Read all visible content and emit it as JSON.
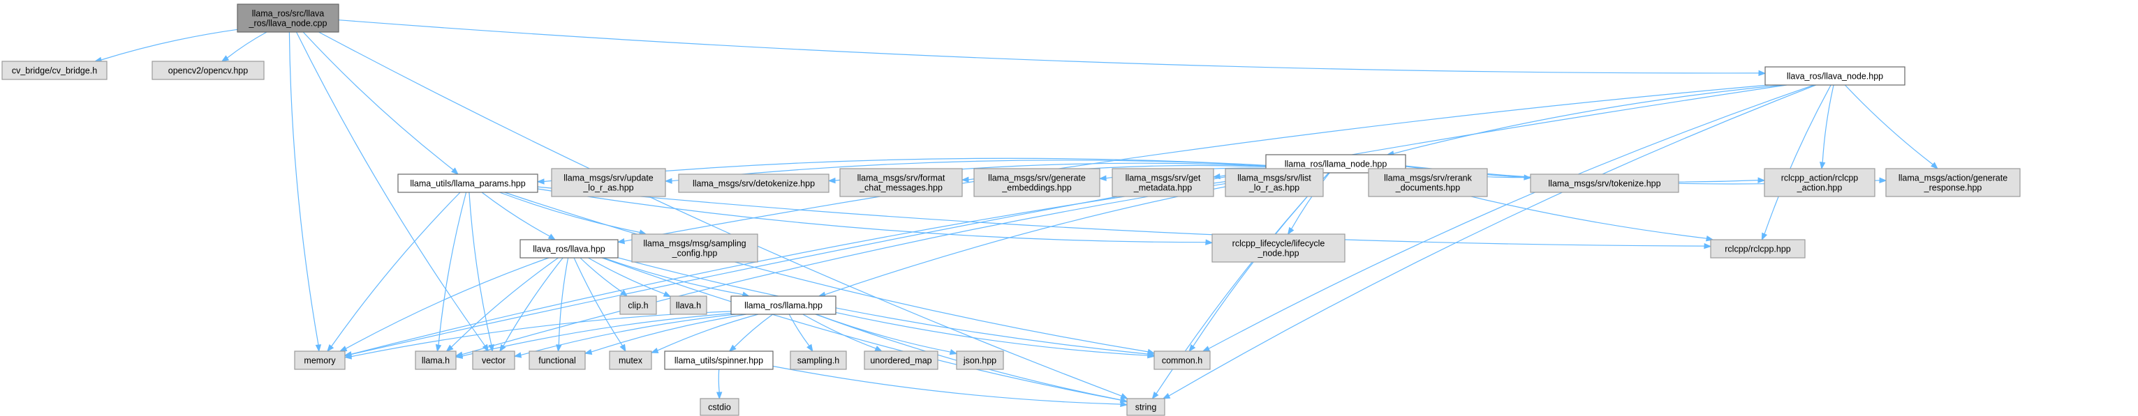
{
  "palette": {
    "edge": "#63b8ff",
    "root_fill": "#999999",
    "file_fill": "#ffffff",
    "file_border": "#666666",
    "external_fill": "#e0e0e0",
    "external_border": "#999999"
  },
  "nodes": [
    {
      "id": "root",
      "kind": "root",
      "lines": [
        "llama_ros/src/llava",
        "_ros/llava_node.cpp"
      ]
    },
    {
      "id": "cv_bridge",
      "kind": "external",
      "lines": [
        "cv_bridge/cv_bridge.h"
      ]
    },
    {
      "id": "opencv",
      "kind": "external",
      "lines": [
        "opencv2/opencv.hpp"
      ]
    },
    {
      "id": "llava_node_hpp",
      "kind": "file",
      "lines": [
        "llava_ros/llava_node.hpp"
      ]
    },
    {
      "id": "llama_node_hpp",
      "kind": "file",
      "lines": [
        "llama_ros/llama_node.hpp"
      ]
    },
    {
      "id": "llama_params",
      "kind": "file",
      "lines": [
        "llama_utils/llama_params.hpp"
      ]
    },
    {
      "id": "srv_update_lora",
      "kind": "external",
      "lines": [
        "llama_msgs/srv/update",
        "_lo_r_as.hpp"
      ]
    },
    {
      "id": "srv_detokenize",
      "kind": "external",
      "lines": [
        "llama_msgs/srv/detokenize.hpp"
      ]
    },
    {
      "id": "srv_format_chat",
      "kind": "external",
      "lines": [
        "llama_msgs/srv/format",
        "_chat_messages.hpp"
      ]
    },
    {
      "id": "srv_gen_embeddings",
      "kind": "external",
      "lines": [
        "llama_msgs/srv/generate",
        "_embeddings.hpp"
      ]
    },
    {
      "id": "srv_get_metadata",
      "kind": "external",
      "lines": [
        "llama_msgs/srv/get",
        "_metadata.hpp"
      ]
    },
    {
      "id": "srv_list_loras",
      "kind": "external",
      "lines": [
        "llama_msgs/srv/list",
        "_lo_r_as.hpp"
      ]
    },
    {
      "id": "srv_rerank",
      "kind": "external",
      "lines": [
        "llama_msgs/srv/rerank",
        "_documents.hpp"
      ]
    },
    {
      "id": "srv_tokenize",
      "kind": "external",
      "lines": [
        "llama_msgs/srv/tokenize.hpp"
      ]
    },
    {
      "id": "rclcpp_action",
      "kind": "external",
      "lines": [
        "rclcpp_action/rclcpp",
        "_action.hpp"
      ]
    },
    {
      "id": "action_gen_response",
      "kind": "external",
      "lines": [
        "llama_msgs/action/generate",
        "_response.hpp"
      ]
    },
    {
      "id": "llava_hpp",
      "kind": "file",
      "lines": [
        "llava_ros/llava.hpp"
      ]
    },
    {
      "id": "msg_sampling",
      "kind": "external",
      "lines": [
        "llama_msgs/msg/sampling",
        "_config.hpp"
      ]
    },
    {
      "id": "rclcpp_lifecycle",
      "kind": "external",
      "lines": [
        "rclcpp_lifecycle/lifecycle",
        "_node.hpp"
      ]
    },
    {
      "id": "rclcpp",
      "kind": "external",
      "lines": [
        "rclcpp/rclcpp.hpp"
      ]
    },
    {
      "id": "clip_h",
      "kind": "external",
      "lines": [
        "clip.h"
      ]
    },
    {
      "id": "llava_h",
      "kind": "external",
      "lines": [
        "llava.h"
      ]
    },
    {
      "id": "llama_hpp",
      "kind": "file",
      "lines": [
        "llama_ros/llama.hpp"
      ]
    },
    {
      "id": "memory",
      "kind": "external",
      "lines": [
        "memory"
      ]
    },
    {
      "id": "llama_h",
      "kind": "external",
      "lines": [
        "llama.h"
      ]
    },
    {
      "id": "vector",
      "kind": "external",
      "lines": [
        "vector"
      ]
    },
    {
      "id": "functional",
      "kind": "external",
      "lines": [
        "functional"
      ]
    },
    {
      "id": "mutex",
      "kind": "external",
      "lines": [
        "mutex"
      ]
    },
    {
      "id": "spinner",
      "kind": "file",
      "lines": [
        "llama_utils/spinner.hpp"
      ]
    },
    {
      "id": "sampling_h",
      "kind": "external",
      "lines": [
        "sampling.h"
      ]
    },
    {
      "id": "unordered_map",
      "kind": "external",
      "lines": [
        "unordered_map"
      ]
    },
    {
      "id": "json_hpp",
      "kind": "external",
      "lines": [
        "json.hpp"
      ]
    },
    {
      "id": "common_h",
      "kind": "external",
      "lines": [
        "common.h"
      ]
    },
    {
      "id": "cstdio",
      "kind": "external",
      "lines": [
        "cstdio"
      ]
    },
    {
      "id": "string",
      "kind": "external",
      "lines": [
        "string"
      ]
    }
  ],
  "edges": [
    [
      "root",
      "cv_bridge"
    ],
    [
      "root",
      "opencv"
    ],
    [
      "root",
      "llava_node_hpp"
    ],
    [
      "root",
      "memory"
    ],
    [
      "root",
      "vector"
    ],
    [
      "root",
      "llama_params"
    ],
    [
      "root",
      "string"
    ],
    [
      "llava_node_hpp",
      "llama_node_hpp"
    ],
    [
      "llava_node_hpp",
      "llava_hpp"
    ],
    [
      "llava_node_hpp",
      "memory"
    ],
    [
      "llava_node_hpp",
      "string"
    ],
    [
      "llava_node_hpp",
      "rclcpp_action"
    ],
    [
      "llava_node_hpp",
      "action_gen_response"
    ],
    [
      "llava_node_hpp",
      "rclcpp"
    ],
    [
      "llava_node_hpp",
      "common_h"
    ],
    [
      "llama_node_hpp",
      "llama_params"
    ],
    [
      "llama_node_hpp",
      "srv_update_lora"
    ],
    [
      "llama_node_hpp",
      "srv_detokenize"
    ],
    [
      "llama_node_hpp",
      "srv_format_chat"
    ],
    [
      "llama_node_hpp",
      "srv_gen_embeddings"
    ],
    [
      "llama_node_hpp",
      "srv_get_metadata"
    ],
    [
      "llama_node_hpp",
      "srv_list_loras"
    ],
    [
      "llama_node_hpp",
      "srv_rerank"
    ],
    [
      "llama_node_hpp",
      "srv_tokenize"
    ],
    [
      "llama_node_hpp",
      "rclcpp_action"
    ],
    [
      "llama_node_hpp",
      "action_gen_response"
    ],
    [
      "llama_node_hpp",
      "rclcpp_lifecycle"
    ],
    [
      "llama_node_hpp",
      "rclcpp"
    ],
    [
      "llama_node_hpp",
      "llama_hpp"
    ],
    [
      "llama_node_hpp",
      "memory"
    ],
    [
      "llama_node_hpp",
      "string"
    ],
    [
      "llama_node_hpp",
      "llama_h"
    ],
    [
      "llama_node_hpp",
      "common_h"
    ],
    [
      "llama_params",
      "llava_hpp"
    ],
    [
      "llama_params",
      "msg_sampling"
    ],
    [
      "llama_params",
      "rclcpp_lifecycle"
    ],
    [
      "llama_params",
      "rclcpp"
    ],
    [
      "llama_params",
      "memory"
    ],
    [
      "llama_params",
      "llama_h"
    ],
    [
      "llama_params",
      "vector"
    ],
    [
      "llama_params",
      "common_h"
    ],
    [
      "llava_hpp",
      "clip_h"
    ],
    [
      "llava_hpp",
      "llava_h"
    ],
    [
      "llava_hpp",
      "llama_hpp"
    ],
    [
      "llava_hpp",
      "memory"
    ],
    [
      "llava_hpp",
      "llama_h"
    ],
    [
      "llava_hpp",
      "vector"
    ],
    [
      "llava_hpp",
      "functional"
    ],
    [
      "llava_hpp",
      "mutex"
    ],
    [
      "llava_hpp",
      "common_h"
    ],
    [
      "llava_hpp",
      "string"
    ],
    [
      "llama_hpp",
      "memory"
    ],
    [
      "llama_hpp",
      "llama_h"
    ],
    [
      "llama_hpp",
      "vector"
    ],
    [
      "llama_hpp",
      "functional"
    ],
    [
      "llama_hpp",
      "mutex"
    ],
    [
      "llama_hpp",
      "spinner"
    ],
    [
      "llama_hpp",
      "sampling_h"
    ],
    [
      "llama_hpp",
      "unordered_map"
    ],
    [
      "llama_hpp",
      "json_hpp"
    ],
    [
      "llama_hpp",
      "common_h"
    ],
    [
      "llama_hpp",
      "string"
    ],
    [
      "spinner",
      "cstdio"
    ],
    [
      "spinner",
      "string"
    ]
  ]
}
